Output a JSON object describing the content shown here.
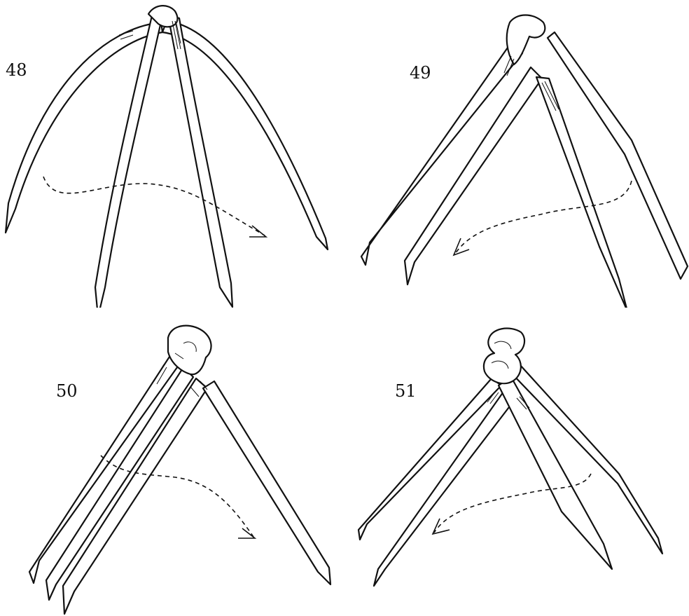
{
  "figure": {
    "steps": [
      {
        "label": "48",
        "arrow_direction": "right"
      },
      {
        "label": "49",
        "arrow_direction": "left"
      },
      {
        "label": "50",
        "arrow_direction": "right"
      },
      {
        "label": "51",
        "arrow_direction": "left"
      }
    ],
    "colors": {
      "ink": "#111111",
      "paper": "#ffffff"
    }
  }
}
